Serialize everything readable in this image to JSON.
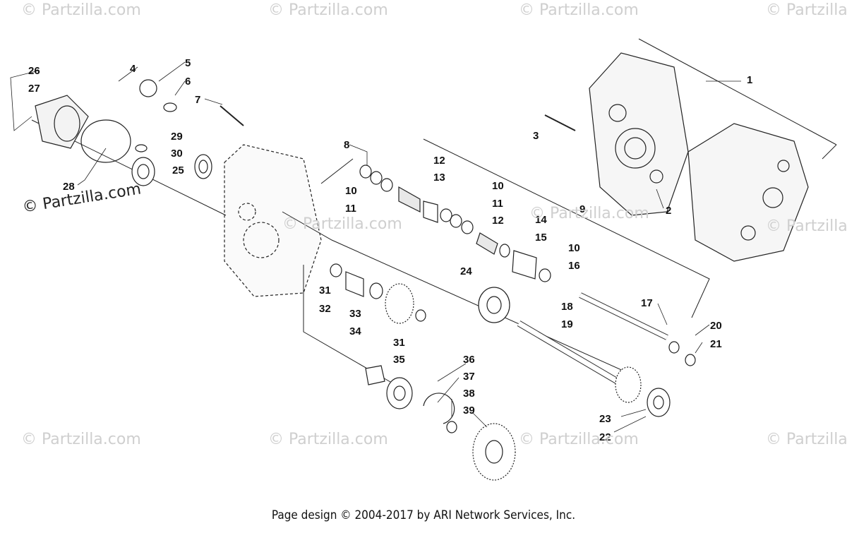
{
  "watermark": {
    "text": "© Partzilla.com"
  },
  "footer": {
    "text": "Page design © 2004-2017 by ARI Network Services, Inc."
  },
  "callouts": [
    {
      "n": "1"
    },
    {
      "n": "2"
    },
    {
      "n": "3"
    },
    {
      "n": "4"
    },
    {
      "n": "5"
    },
    {
      "n": "6"
    },
    {
      "n": "7"
    },
    {
      "n": "8"
    },
    {
      "n": "9"
    },
    {
      "n": "10"
    },
    {
      "n": "10"
    },
    {
      "n": "10"
    },
    {
      "n": "11"
    },
    {
      "n": "11"
    },
    {
      "n": "12"
    },
    {
      "n": "12"
    },
    {
      "n": "13"
    },
    {
      "n": "14"
    },
    {
      "n": "15"
    },
    {
      "n": "16"
    },
    {
      "n": "17"
    },
    {
      "n": "18"
    },
    {
      "n": "19"
    },
    {
      "n": "20"
    },
    {
      "n": "21"
    },
    {
      "n": "22"
    },
    {
      "n": "23"
    },
    {
      "n": "24"
    },
    {
      "n": "25"
    },
    {
      "n": "26"
    },
    {
      "n": "27"
    },
    {
      "n": "28"
    },
    {
      "n": "29"
    },
    {
      "n": "30"
    },
    {
      "n": "31"
    },
    {
      "n": "31"
    },
    {
      "n": "32"
    },
    {
      "n": "33"
    },
    {
      "n": "34"
    },
    {
      "n": "35"
    },
    {
      "n": "36"
    },
    {
      "n": "37"
    },
    {
      "n": "38"
    },
    {
      "n": "39"
    }
  ]
}
